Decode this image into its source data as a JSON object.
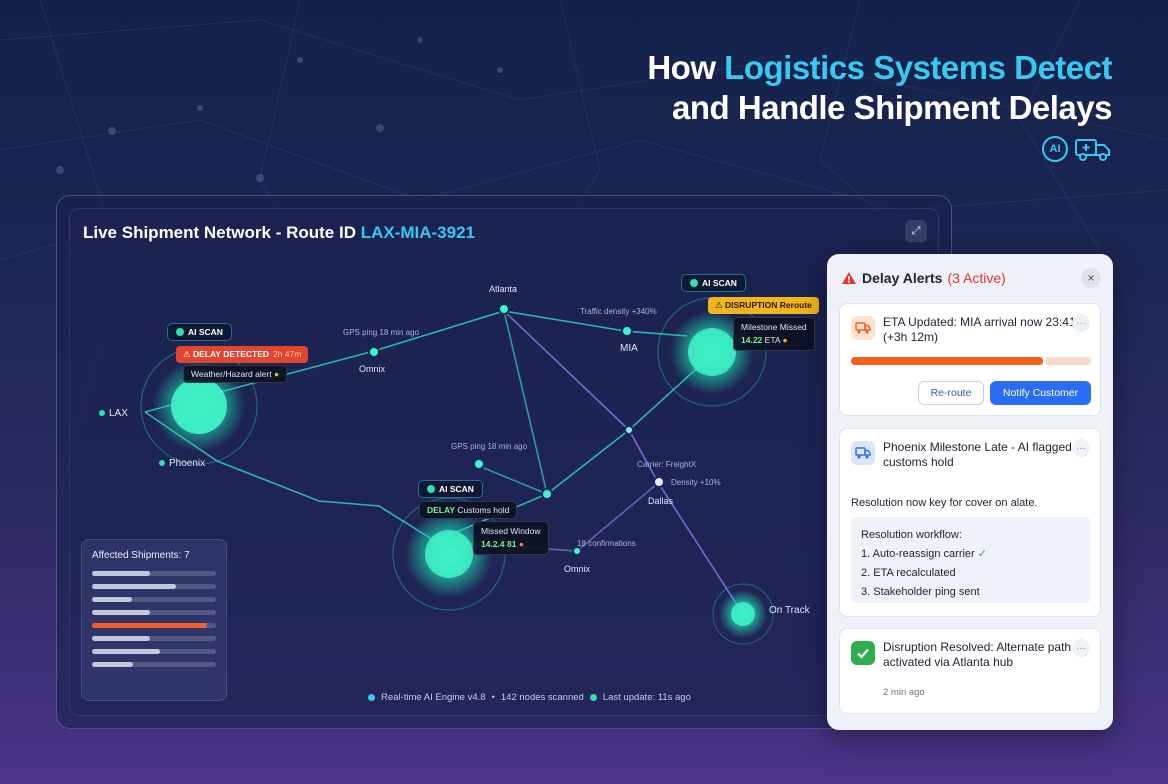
{
  "headline": {
    "line1_prefix": "How ",
    "line1_accent": "Logistics Systems Detect",
    "line2": "and Handle Shipment Delays",
    "ai_badge": "AI",
    "truck_icon": "truck-plus-icon"
  },
  "network": {
    "title": "Live Shipment Network - Route ID ",
    "route_id": "LAX-MIA-3921",
    "expand_icon": "expand-icon",
    "labels": {
      "lax": "LAX",
      "phoenix": "Phoenix",
      "atlanta": "Atlanta",
      "mia": "MIA",
      "omnix_top": "Omnix",
      "omnix_bottom": "Omnix",
      "dallas": "Dallas",
      "on_track": "On Track",
      "gps_ping_1": "GPS ping 18 min ago",
      "gps_ping_2": "GPS ping 18 min ago",
      "traffic_density": "Traffic density +340%",
      "carrier": "Carrier: FreightX",
      "density_bottom": "Density +10%",
      "confirmations": "18 confirmations"
    },
    "tags": {
      "scan_left": "AI SCAN",
      "delay_detected": "DELAY DETECTED",
      "delay_time": "2h 47m",
      "weather": "Weather/Hazard alert",
      "scan_right": "AI SCAN",
      "disruption": "DISRUPTION",
      "disruption_sub": "Reroute",
      "milestone": "Milestone Missed",
      "milestone_eta": "14.22",
      "milestone_eta_label": "ETA",
      "scan_mid": "AI SCAN",
      "delay_mid": "DELAY",
      "delay_mid_sub": "Customs hold",
      "mid_label": "Missed Window",
      "mid_value": "14.2.4 81"
    },
    "affected": {
      "title": "Affected Shipments: 7",
      "bars": [
        0.47,
        0.68,
        0.32,
        0.47,
        0.93,
        0.47,
        0.55,
        0.33
      ]
    },
    "footer": {
      "engine": "Real-time AI Engine v4.8",
      "nodes": "142 nodes scanned",
      "update": "Last update: 11s ago",
      "separator": "•"
    }
  },
  "alerts": {
    "title": "Delay Alerts",
    "count": "(3 Active)",
    "close_icon": "×",
    "cards": [
      {
        "icon": "truck-alert-icon",
        "text": "ETA Updated: MIA arrival now 23:41 (+3h 12m)",
        "progress": 0.8,
        "btn_reroute": "Re-route",
        "btn_notify": "Notify Customer",
        "more": "···"
      },
      {
        "icon": "truck-icon",
        "text": "Phoenix Milestone Late - AI flagged customs hold",
        "resolution": "Resolution now key for cover on alate.",
        "workflow_title": "Resolution workflow:",
        "step1": "1. Auto-reassign carrier",
        "step1_check": "✓",
        "step2": "2. ETA recalculated",
        "step3": "3. Stakeholder ping sent",
        "more": "···"
      },
      {
        "icon": "check-icon",
        "text": "Disruption Resolved: Alternate path activated via Atlanta hub",
        "time": "2 min ago",
        "more": "···"
      }
    ]
  },
  "colors": {
    "accent": "#38c8f0",
    "node": "#2fe0b0",
    "alert_red": "#e2452f",
    "warning_yellow": "#f2b51e",
    "primary_blue": "#2a6df2"
  }
}
